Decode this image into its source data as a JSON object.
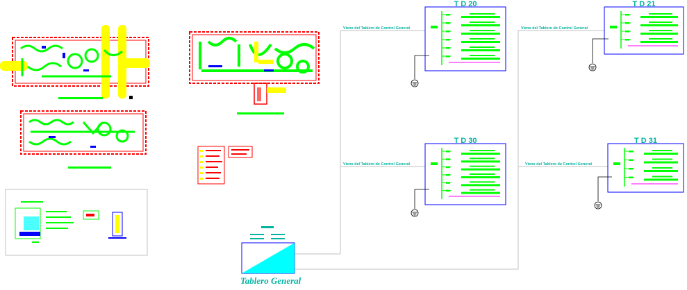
{
  "panel_titles": {
    "td20": "T D 20",
    "td21": "T D 21",
    "td30": "T D 30",
    "td31": "T D 31"
  },
  "feed_label": "Viene del Tablero de Control General",
  "main_panel": {
    "title": "Tablero General"
  },
  "colors": {
    "background": "#ffffff",
    "feeder_line": "#c0c0c0",
    "panel_border": "#0000ff",
    "circuit_bar": "#00ff00",
    "title_text": "#00b3a1",
    "wall": "#ff0000",
    "highlight": "#ffff00",
    "ground": "#000000",
    "neutral_line": "#ff00ff"
  }
}
